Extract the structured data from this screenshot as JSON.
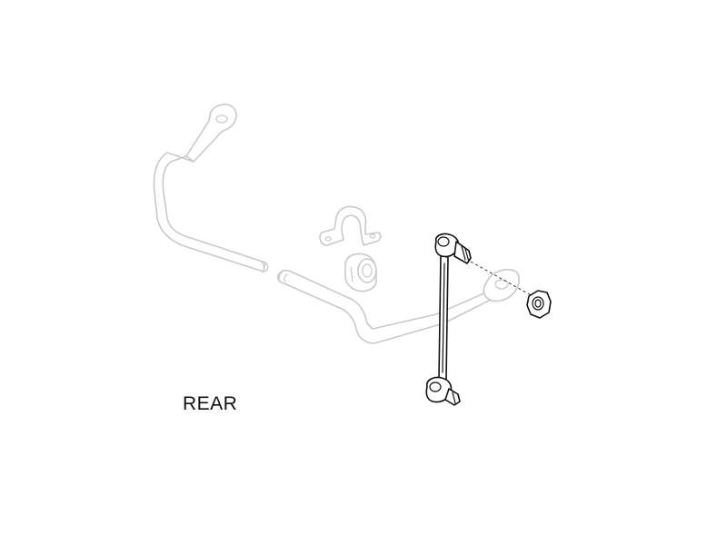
{
  "diagram": {
    "label": "REAR",
    "parts": [
      "stabilizer-bar",
      "stabilizer-bracket",
      "stabilizer-bushing",
      "stabilizer-link",
      "hex-nut"
    ]
  }
}
